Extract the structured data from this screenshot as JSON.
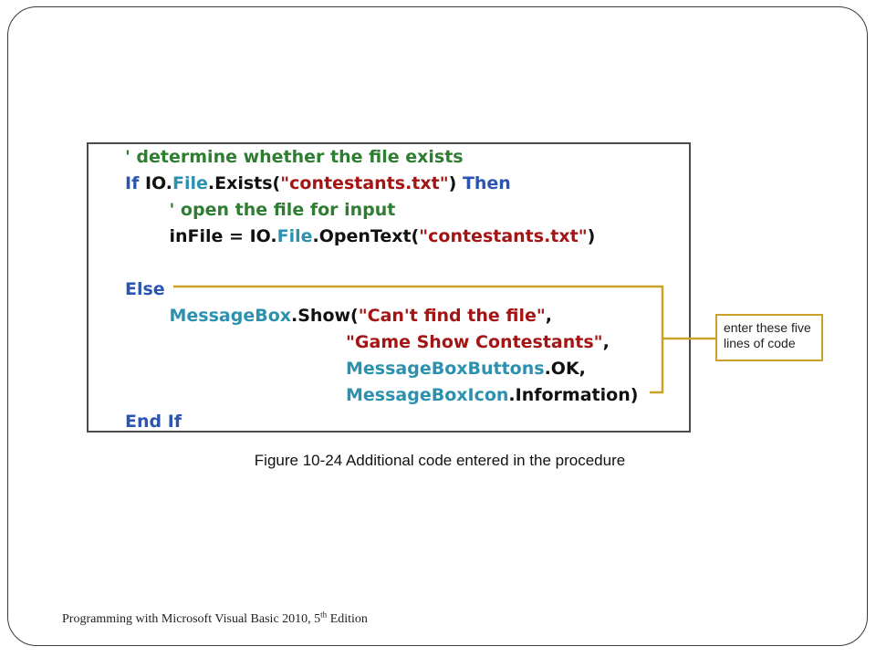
{
  "code": {
    "lines": [
      {
        "indent": 0,
        "tokens": [
          {
            "type": "comment",
            "text": "' determine whether the file exists"
          }
        ]
      },
      {
        "indent": 0,
        "tokens": [
          {
            "type": "keyword",
            "text": "If "
          },
          {
            "type": "plain",
            "text": "IO."
          },
          {
            "type": "type",
            "text": "File"
          },
          {
            "type": "plain",
            "text": ".Exists("
          },
          {
            "type": "string",
            "text": "\"contestants.txt\""
          },
          {
            "type": "plain",
            "text": ") "
          },
          {
            "type": "keyword",
            "text": "Then"
          }
        ]
      },
      {
        "indent": 1,
        "tokens": [
          {
            "type": "comment",
            "text": "' open the file for input"
          }
        ]
      },
      {
        "indent": 1,
        "tokens": [
          {
            "type": "plain",
            "text": "inFile = IO."
          },
          {
            "type": "type",
            "text": "File"
          },
          {
            "type": "plain",
            "text": ".OpenText("
          },
          {
            "type": "string",
            "text": "\"contestants.txt\""
          },
          {
            "type": "plain",
            "text": ")"
          }
        ]
      },
      {
        "indent": 0,
        "tokens": []
      },
      {
        "indent": 0,
        "tokens": [
          {
            "type": "keyword",
            "text": "Else"
          }
        ]
      },
      {
        "indent": 1,
        "tokens": [
          {
            "type": "type",
            "text": "MessageBox"
          },
          {
            "type": "plain",
            "text": ".Show("
          },
          {
            "type": "string",
            "text": "\"Can't find the file\""
          },
          {
            "type": "plain",
            "text": ","
          }
        ]
      },
      {
        "indent": 5,
        "tokens": [
          {
            "type": "string",
            "text": "\"Game Show Contestants\""
          },
          {
            "type": "plain",
            "text": ","
          }
        ]
      },
      {
        "indent": 5,
        "tokens": [
          {
            "type": "type",
            "text": "MessageBoxButtons"
          },
          {
            "type": "plain",
            "text": ".OK,"
          }
        ]
      },
      {
        "indent": 5,
        "tokens": [
          {
            "type": "type",
            "text": "MessageBoxIcon"
          },
          {
            "type": "plain",
            "text": ".Information)"
          }
        ]
      },
      {
        "indent": 0,
        "tokens": [
          {
            "type": "keyword",
            "text": "End If"
          }
        ]
      }
    ]
  },
  "callout": {
    "line1": "enter these five",
    "line2": "lines of code",
    "color": "#c9a227"
  },
  "caption": "Figure 10-24 Additional code entered in the procedure",
  "footer": {
    "text": "Programming with Microsoft Visual Basic 2010, 5",
    "superscript": "th",
    "suffix": " Edition"
  }
}
